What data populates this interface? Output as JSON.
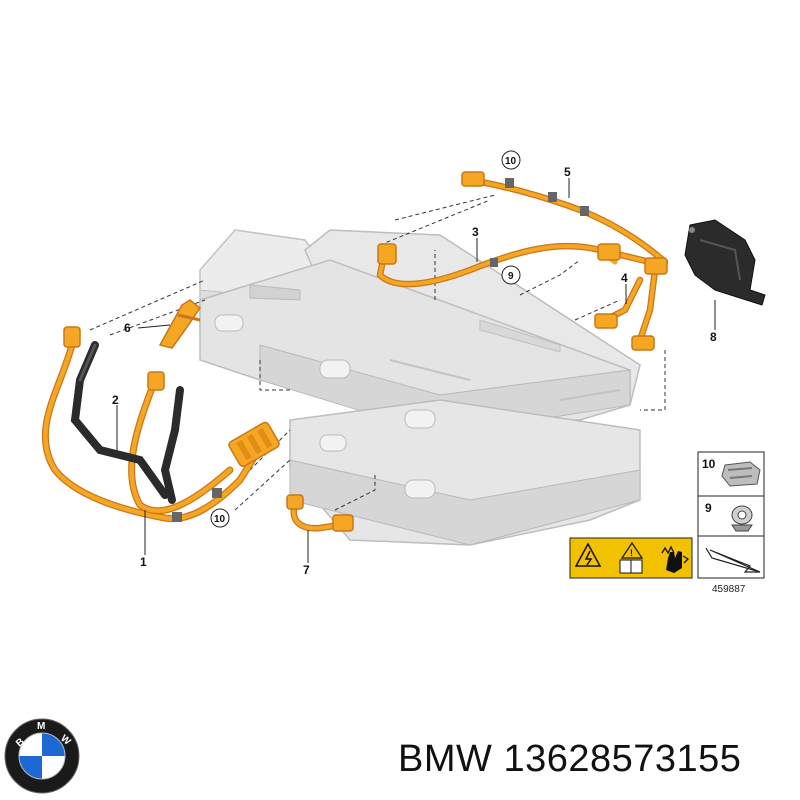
{
  "diagram": {
    "callouts": [
      "1",
      "2",
      "3",
      "4",
      "5",
      "6",
      "7",
      "8"
    ],
    "circled_refs": [
      "10",
      "9",
      "10"
    ],
    "legend": {
      "rows": [
        {
          "number": "10",
          "icon": "hose-clamp-icon"
        },
        {
          "number": "9",
          "icon": "cable-clip-icon"
        }
      ],
      "warning_icons": [
        "high-voltage-warning-icon",
        "read-manual-icon",
        "do-not-touch-icon"
      ],
      "diagram_id": "459887"
    },
    "colors": {
      "cable": "#f5a623",
      "cable_edge": "#c9761a",
      "battery_fill": "#e6e6e6",
      "battery_edge": "#b9b9b9",
      "bracket": "#2b2b2b",
      "warning_yellow": "#f2c200"
    }
  },
  "caption": {
    "brand": "BMW",
    "part_number": "13628573155"
  },
  "logo": {
    "name": "BMW roundel",
    "letters": "BMW",
    "colors": {
      "ring": "#1a1a1a",
      "blue": "#1c69d3",
      "white": "#ffffff"
    }
  }
}
